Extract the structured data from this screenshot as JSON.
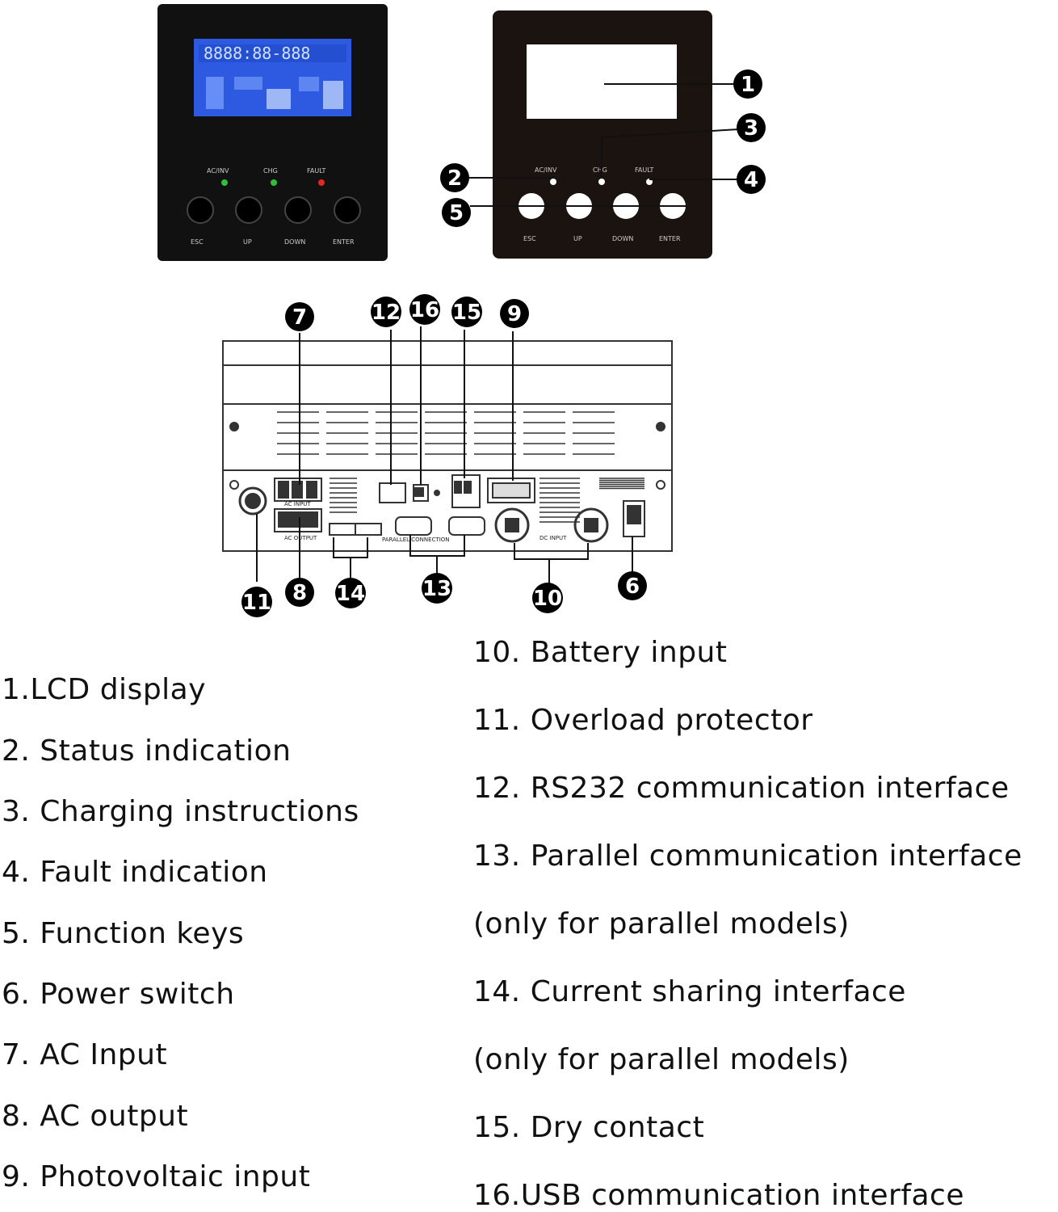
{
  "panel": {
    "led_labels": [
      "AC/INV",
      "CHG",
      "FAULT"
    ],
    "key_labels": [
      "ESC",
      "UP",
      "DOWN",
      "ENTER"
    ]
  },
  "callouts": [
    "1",
    "2",
    "3",
    "4",
    "5",
    "6",
    "7",
    "8",
    "9",
    "10",
    "11",
    "12",
    "13",
    "14",
    "15",
    "16"
  ],
  "rear_labels": {
    "ac_input": "AC INPUT",
    "ac_output": "AC OUTPUT",
    "parallel_connection": "PARALLEL CONNECTION",
    "dc_input": "DC INPUT"
  },
  "legend": {
    "left": [
      "1.LCD display",
      "2. Status indication",
      "3. Charging instructions",
      "4. Fault indication",
      "5. Function keys",
      "6. Power switch",
      "7. AC Input",
      "8. AC output",
      "9. Photovoltaic input"
    ],
    "right": [
      "10. Battery input",
      "11. Overload protector",
      "12. RS232 communication interface",
      "13. Parallel communication interface",
      "(only for parallel models)",
      "14. Current sharing interface",
      "(only for parallel models)",
      "15. Dry contact",
      "16.USB communication interface"
    ]
  },
  "colors": {
    "panel_black": "#111111",
    "lcd_blue": "#2d5ae0",
    "led_green": "#2fbf3a",
    "led_red": "#e02a1f",
    "outline": "#333333"
  }
}
